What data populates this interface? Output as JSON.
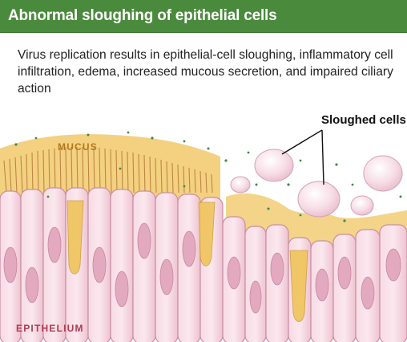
{
  "panel": {
    "title": "Abnormal sloughing of epithelial cells",
    "description": "Virus replication results in epithelial-cell sloughing, inflammatory cell infiltration, edema, increased mucous secretion, and impaired ciliary action"
  },
  "labels": {
    "mucus": "MUCUS",
    "epithelium": "EPITHELIUM",
    "sloughed_cells": "Sloughed cells"
  },
  "colors": {
    "title_bar": "#4a8a3c",
    "mucus": "#f1c96a",
    "epithelium": "#f2cdd9",
    "nucleus": "#e6b6c8"
  }
}
